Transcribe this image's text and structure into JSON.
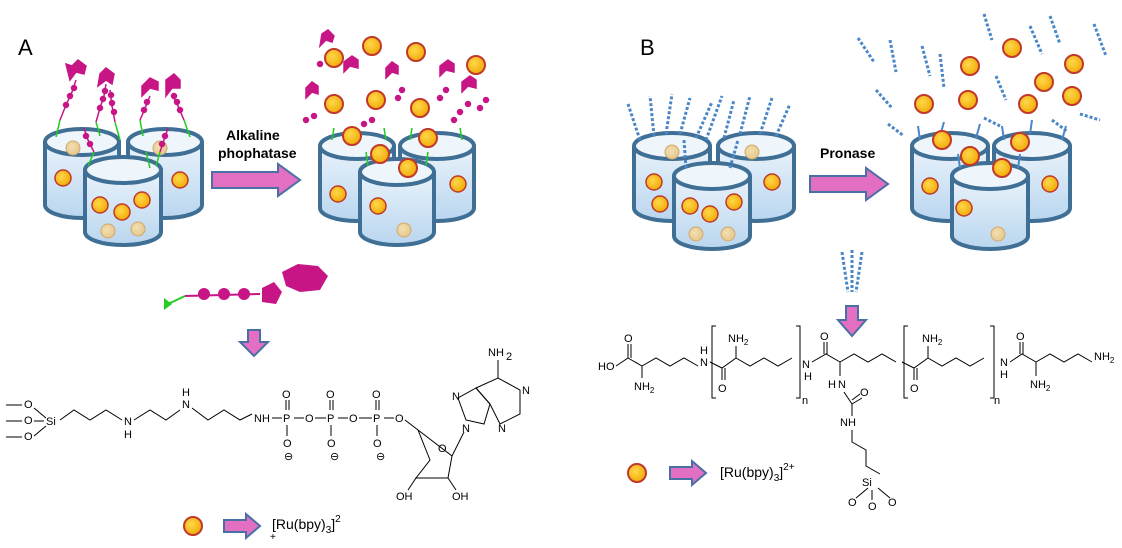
{
  "panels": [
    {
      "letter": "A",
      "arrow_label_line1": "Alkaline",
      "arrow_label_line2": "phophatase",
      "legend_label": "[Ru(bpy)3]2",
      "legend_main": "[Ru(bpy)",
      "legend_sub": "3",
      "legend_close": "]",
      "legend_sup": "2",
      "legend_plus": "+",
      "chem": {
        "o1": "O",
        "o2": "O",
        "o3": "O",
        "si": "Si",
        "nh1": "H",
        "n1": "N",
        "n2": "N",
        "h2": "H",
        "nh_p": "NH",
        "p1": "P",
        "p2": "P",
        "p3": "P",
        "o_bridge1": "O",
        "o_bridge2": "O",
        "o_bridge3": "O",
        "o_end": "O",
        "o_dbl1": "O",
        "o_dbl2": "O",
        "o_dbl3": "O",
        "o_neg1": "O",
        "o_neg2": "O",
        "o_neg3": "O",
        "minus": "⊖",
        "nh2": "NH",
        "nh2_sub": "2",
        "n_a": "N",
        "n_b": "N",
        "n_c": "N",
        "n_d": "N",
        "o_ring": "O",
        "oh1": "OH",
        "oh2": "OH"
      }
    },
    {
      "letter": "B",
      "arrow_label": "Pronase",
      "legend_main": "[Ru(bpy)",
      "legend_sub": "3",
      "legend_close": "]",
      "legend_sup": "2+",
      "chem": {
        "ho": "HO",
        "o_acid": "O",
        "nh2_1": "NH",
        "sub2": "2",
        "h_1": "H",
        "n_1": "N",
        "nh2_2": "NH",
        "o_1": "O",
        "n_bracket": "n",
        "n_2": "N",
        "h_2": "H",
        "o_2": "O",
        "o_3": "O",
        "nh2_3": "NH",
        "n_bracket2": "n",
        "h_3": "H",
        "n_3": "N",
        "o_4": "O",
        "nh2_4": "NH",
        "nh2_5": "NH",
        "nh_urea": "NH",
        "h_urea": "H",
        "n_urea": "N",
        "o_urea": "O",
        "si": "Si",
        "o_si1": "O",
        "o_si2": "O",
        "o_si3": "O"
      }
    }
  ],
  "colors": {
    "particle_fill": "#f5b800",
    "particle_stroke": "#c0392b",
    "magenta": "#c71585",
    "cap_green": "#22cc22",
    "pore_outline": "#3f6f94",
    "pore_fill": "#d6e8f7",
    "arrow_fill": "#e36fc3",
    "arrow_stroke": "#4a6fa5",
    "helix": "#4a86c8"
  }
}
